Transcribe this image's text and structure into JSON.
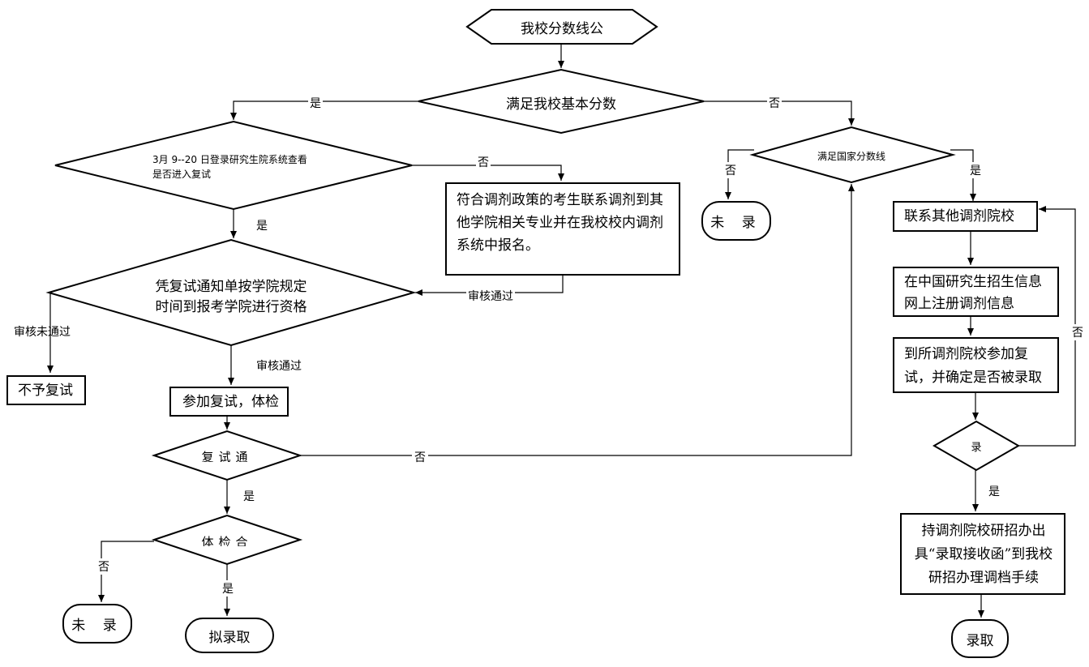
{
  "nodes": {
    "start": "我校分数线公",
    "d_basic": "满足我校基本分数",
    "d_login": "3月 9--20 日登录研究生院系统查看是否进入复试",
    "adjust_box": "符合调剂政策的考生联系调剂到其他学院相关专业并在我校校内调剂系统中报名。",
    "d_national": "满足国家分数线",
    "not_admit_right": "未 录",
    "contact_box": "联系其他调剂院校",
    "register_box": "在中国研究生招生信息网上注册调剂信息",
    "attend_box": "到所调剂院校参加复试，并确定是否被录取",
    "d_admit": "录",
    "letter_box": "持调剂院校研招办出具“录取接收函”到我校研招办理调档手续",
    "admit_final": "录取",
    "d_qualify_line1": "凭复试通知单按学院规定",
    "d_qualify_line2": "时间到报考学院进行资格",
    "no_retest_box": "不予复试",
    "retest_box": "参加复试，体检",
    "d_retest": "复试通",
    "d_physical": "体检合",
    "not_admit_left": "未 录",
    "plan_admit": "拟录取"
  },
  "labels": {
    "yes": "是",
    "no": "否",
    "audit_pass": "审核通过",
    "audit_fail": "审核未通过"
  }
}
